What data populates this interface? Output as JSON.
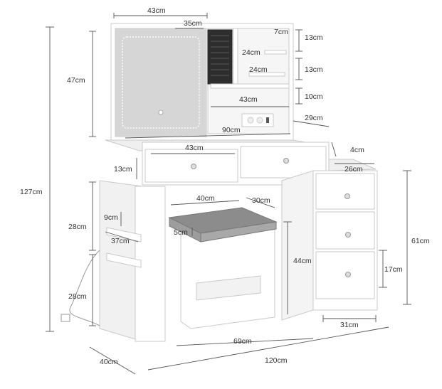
{
  "colors": {
    "furniture": "#ffffff",
    "edge": "#c9c9c9",
    "shade": "#e9e9e9",
    "dimension_line": "#555555",
    "mirror": "#d9d9d9",
    "cushion": "#8c8c8c",
    "label": "#333333"
  },
  "dimensions": {
    "mirror_top_width": "43cm",
    "mirror_width": "35cm",
    "shelf_depth": "7cm",
    "shelf_gap_1": "13cm",
    "shelf_width_1": "24cm",
    "shelf_width_2": "24cm",
    "shelf_gap_2": "13cm",
    "shelf_gap_3": "10cm",
    "inner_shelf_width": "43cm",
    "hutch_height": "47cm",
    "hutch_depth": "29cm",
    "desk_width_top": "90cm",
    "drawer_width": "43cm",
    "drawer_height": "13cm",
    "cabinet_top_depth": "4cm",
    "cabinet_width": "26cm",
    "total_height": "127cm",
    "stool_width": "40cm",
    "stool_depth": "30cm",
    "side_slot": "9cm",
    "cushion_height": "5cm",
    "upper_left_height": "28cm",
    "side_depth": "37cm",
    "cabinet_height": "61cm",
    "knee_height": "44cm",
    "lower_drawer_height": "17cm",
    "lower_left_height": "28cm",
    "cabinet_base_width": "31cm",
    "knee_width": "69cm",
    "desk_depth": "40cm",
    "total_width": "120cm"
  }
}
